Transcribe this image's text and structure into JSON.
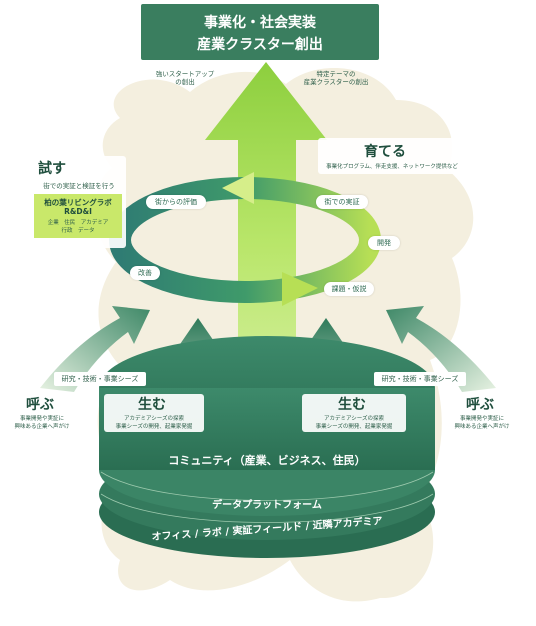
{
  "top_box": {
    "line1": "事業化・社会実装",
    "line2": "産業クラスター創出"
  },
  "top_notes": {
    "left": [
      "強いスタートアップ",
      "の創出"
    ],
    "right": [
      "特定テーマの",
      "産業クラスターの創出"
    ]
  },
  "tamesu": {
    "title": "試す",
    "sub": "街での実証と検証を行う",
    "lab_title": "柏の葉リビングラボ",
    "lab_sub": "R&D&I",
    "lab_row1": "企業　住民　アカデミア",
    "lab_row2": "行政　データ"
  },
  "sodateru": {
    "title": "育てる",
    "sub": "事業化プログラム、伴走支援、ネットワーク提供など"
  },
  "cycle": {
    "step_top_left": "街からの評価",
    "step_top_right": "街での実証",
    "step_right": "開発",
    "step_bottom_right": "課題・仮説",
    "step_left": "改善"
  },
  "seeds_tag": "研究・技術・事業シーズ",
  "yobu": {
    "title": "呼ぶ",
    "sub": [
      "事業開発や実証に",
      "興味ある企業へ声がけ"
    ]
  },
  "umu": {
    "title": "生む",
    "sub": [
      "アカデミアシーズの探索",
      "事業シーズの開発、起業家発掘"
    ]
  },
  "platform": {
    "layer1": "コミュニティ（産業、ビジネス、住民）",
    "layer2": "データプラットフォーム",
    "layer3": "オフィス / ラボ / 実証フィールド / 近隣アカデミア"
  },
  "colors": {
    "dark_green": "#2f6f57",
    "mid_green": "#3f8a68",
    "light_green": "#c9e86a",
    "blob": "#f4efdf",
    "text": "#2e5f4a"
  }
}
